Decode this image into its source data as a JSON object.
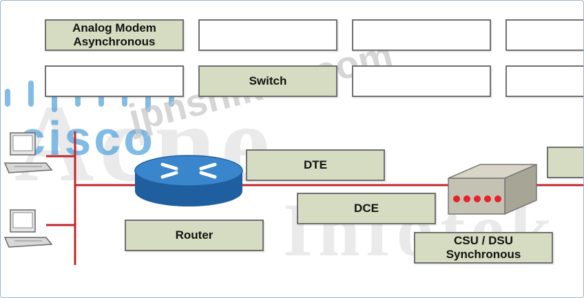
{
  "row1": {
    "box1": "Analog Modem\nAsynchronous",
    "box2": "",
    "box3": "",
    "box4": ""
  },
  "row2": {
    "box1": "",
    "box2": "Switch",
    "box3": "",
    "box4": ""
  },
  "labels": {
    "dte": "DTE",
    "dce": "DCE",
    "router": "Router",
    "csu": "CSU / DSU\nSynchronous",
    "edge": ""
  },
  "watermarks": {
    "site": "jpnshiken.com",
    "logo": "cisco"
  },
  "colors": {
    "box_fill": "#d6dcc1",
    "link": "#c0262a",
    "router": "#2f78bf",
    "device_leds": "#e8202a"
  }
}
